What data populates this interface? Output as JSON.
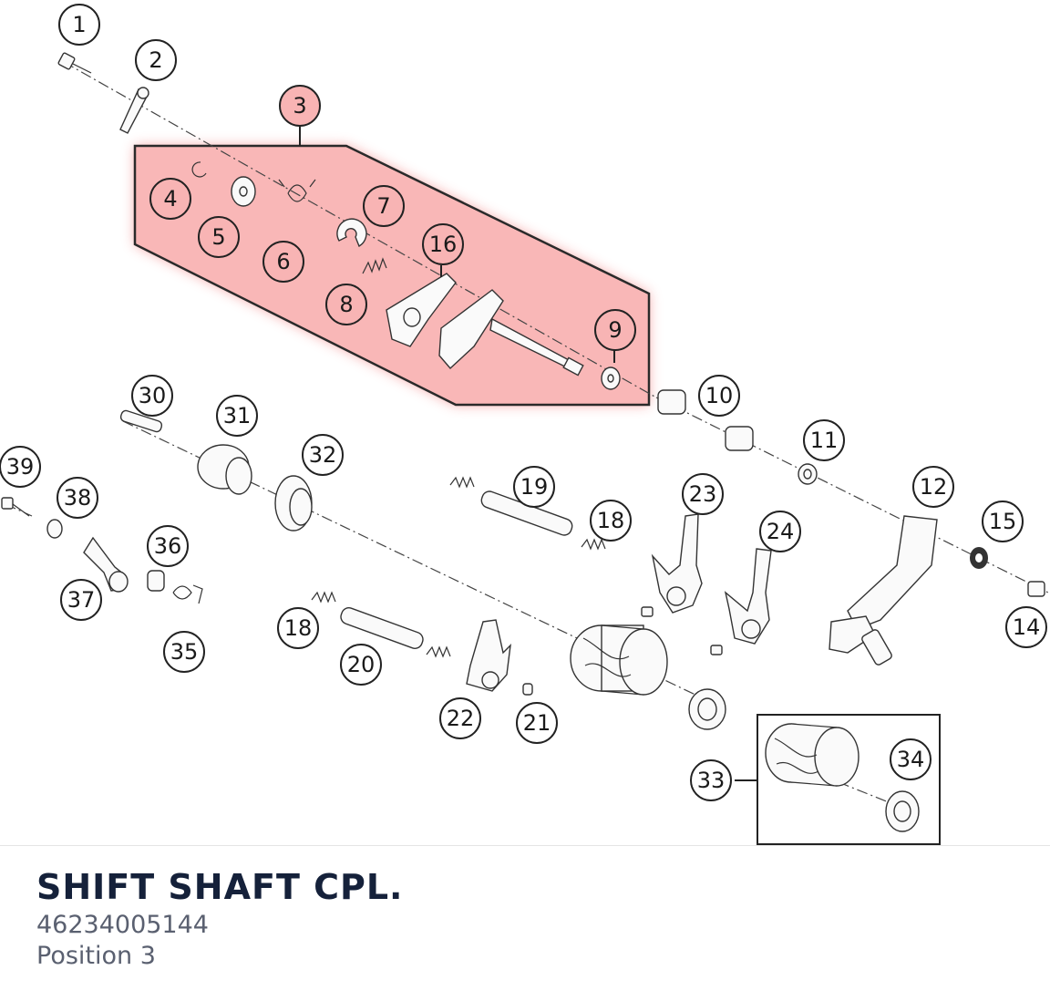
{
  "diagram": {
    "highlight_color": "#f8b4b4",
    "callouts": {
      "c1": "1",
      "c2": "2",
      "c3": "3",
      "c4": "4",
      "c5": "5",
      "c6": "6",
      "c7": "7",
      "c8": "8",
      "c9": "9",
      "c10": "10",
      "c11": "11",
      "c12": "12",
      "c14": "14",
      "c15": "15",
      "c16": "16",
      "c18a": "18",
      "c18b": "18",
      "c19": "19",
      "c20": "20",
      "c21": "21",
      "c22": "22",
      "c23": "23",
      "c24": "24",
      "c30": "30",
      "c31": "31",
      "c32": "32",
      "c33": "33",
      "c34": "34",
      "c35": "35",
      "c36": "36",
      "c37": "37",
      "c38": "38",
      "c39": "39"
    }
  },
  "part": {
    "title": "SHIFT SHAFT CPL.",
    "number": "46234005144",
    "position": "Position 3"
  }
}
